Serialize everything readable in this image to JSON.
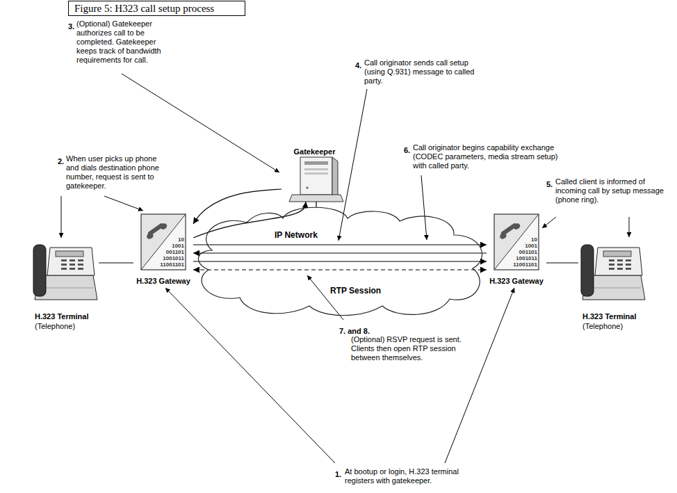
{
  "diagram": {
    "title": "Figure 5: H323 call setup process",
    "nodes": [
      {
        "text": [
          "Gatekeeper"
        ]
      },
      {
        "text": [
          "H.323 Terminal",
          "(Telephone)"
        ]
      },
      {
        "text": [
          "H.323 Gateway"
        ]
      },
      {
        "text": [
          "IP Network",
          "RTP Session"
        ]
      },
      {
        "text": [
          "H.323 Gateway"
        ]
      },
      {
        "text": [
          "H.323 Terminal",
          "(Telephone)"
        ]
      }
    ],
    "edges": [
      {
        "from": 1,
        "to": 2,
        "arrow": "none"
      },
      {
        "from": 2,
        "to": 0,
        "arrow": "to"
      },
      {
        "from": 0,
        "to": 2,
        "arrow": "to"
      },
      {
        "from": 0,
        "to": 3,
        "arrow": "none"
      },
      {
        "from": 2,
        "to": 4,
        "arrow": "to"
      },
      {
        "from": 4,
        "to": 2,
        "arrow": "to"
      },
      {
        "from": 2,
        "to": 4,
        "arrow": "to"
      },
      {
        "from": 2,
        "to": 4,
        "arrow": "both"
      },
      {
        "from": 4,
        "to": 5,
        "arrow": "none"
      }
    ],
    "labels": [
      "3.",
      "(Optional) Gatekeeper authorizes call to be completed. Gatekeeper keeps track of bandwidth requirements for call.",
      "4.",
      "Call originator sends call setup (using Q.931) message to called party.",
      "2.",
      "When user picks up phone and dials destination phone number, request is sent to gatekeeper.",
      "6.",
      "Call originator begins capability exchange (CODEC parameters, media stream setup) with called party.",
      "5.",
      "Called client is informed of incoming call by setup message (phone ring).",
      "10",
      "1001",
      "001101",
      "1001011",
      "11001101",
      "10",
      "1001",
      "001101",
      "1001011",
      "11001101",
      "7. and 8.",
      "(Optional) RSVP request is sent. Clients then open RTP session between themselves.",
      "1.",
      "At bootup or login, H.323 terminal registers with gatekeeper."
    ]
  }
}
